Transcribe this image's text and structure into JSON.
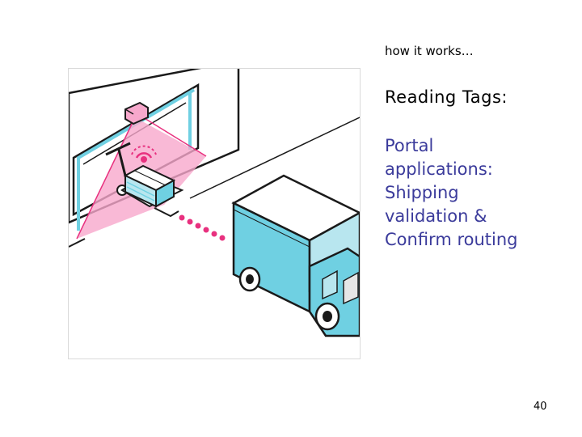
{
  "slide": {
    "kicker": "how it works…",
    "heading": "Reading Tags:",
    "body_lines": [
      "Portal",
      "applications:",
      "Shipping",
      "validation &",
      "Confirm routing"
    ],
    "page_number": "40"
  },
  "illustration": {
    "subject": "rfid-portal-reader-loading-dock-truck",
    "colors": {
      "accent_pink": "#e8317f",
      "beam_pink": "#f7a8cc",
      "truck_blue": "#6fd0e2",
      "window_blue": "#b8e6ef",
      "outline": "#1a1a1a"
    }
  }
}
